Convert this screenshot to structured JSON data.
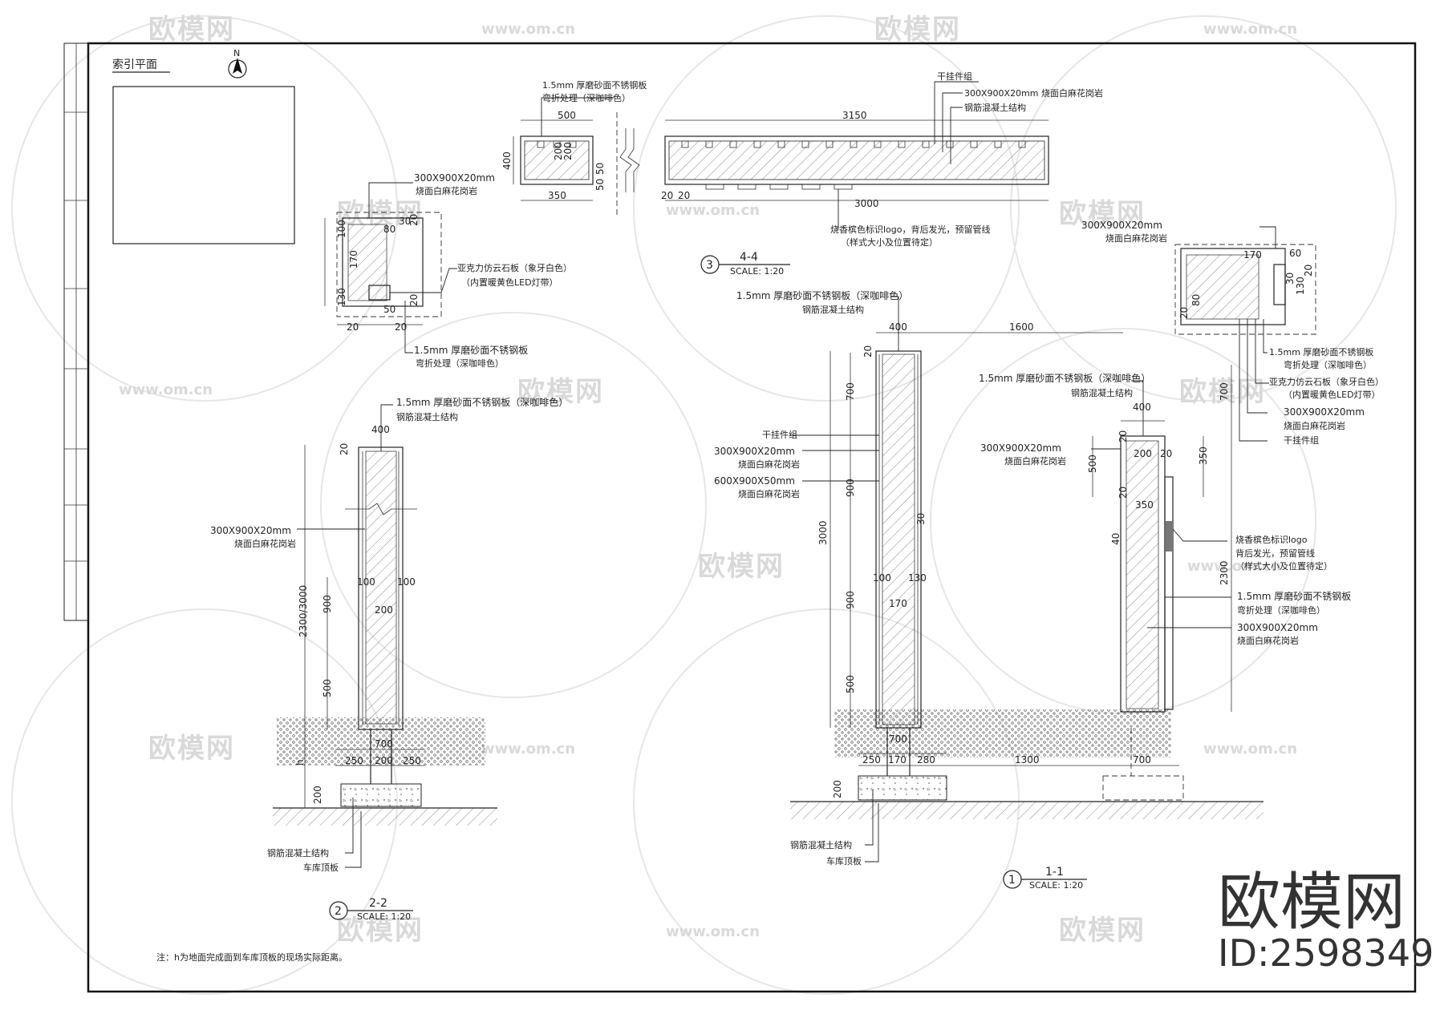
{
  "watermark": {
    "logo_text": "欧模网",
    "url_text": "www.om.cn"
  },
  "brand": {
    "name": "欧模网",
    "id_label": "ID:2598349"
  },
  "index_plan": {
    "title": "索引平面",
    "north_label": "N"
  },
  "section_4_4": {
    "number": "3",
    "title": "4-4",
    "scale": "SCALE:  1:20",
    "dims": [
      "500",
      "400",
      "350",
      "50",
      "50",
      "20",
      "20",
      "3150",
      "3000",
      "200",
      "200"
    ],
    "notes": [
      "1.5mm 厚磨砂面不锈钢板",
      "弯折处理（深咖啡色）",
      "干挂件组",
      "300X900X20mm 烧面白麻花岗岩",
      "钢筋混凝土结构",
      "烧香槟色标识logo，背后发光，预留管线",
      "（样式大小及位置待定）"
    ]
  },
  "detail_left": {
    "dims": [
      "100",
      "170",
      "80",
      "30",
      "20",
      "20",
      "20",
      "50",
      "130",
      "20"
    ],
    "notes": [
      "300X900X20mm",
      "烧面白麻花岗岩",
      "亚克力仿云石板（象牙白色）",
      "（内置暖黄色LED灯带）",
      "1.5mm 厚磨砂面不锈钢板",
      "弯折处理（深咖啡色）"
    ]
  },
  "detail_right": {
    "dims": [
      "170",
      "60",
      "80",
      "20",
      "130",
      "30",
      "20"
    ],
    "notes": [
      "300X900X20mm",
      "烧面白麻花岗岩",
      "1.5mm 厚磨砂面不锈钢板",
      "弯折处理（深咖啡色）",
      "亚克力仿云石板（象牙白色）",
      "（内置暖黄色LED灯带）",
      "300X900X20mm",
      "烧面白麻花岗岩",
      "干挂件组"
    ]
  },
  "section_2_2": {
    "number": "2",
    "title": "2-2",
    "scale": "SCALE:  1:20",
    "dims": [
      "400",
      "20",
      "2300/3000",
      "900",
      "500",
      "100",
      "100",
      "200",
      "700",
      "250",
      "200",
      "250",
      "h",
      "200"
    ],
    "notes": [
      "1.5mm 厚磨砂面不锈钢板（深咖啡色）",
      "钢筋混凝土结构",
      "300X900X20mm",
      "烧面白麻花岗岩",
      "钢筋混凝土结构",
      "车库顶板"
    ]
  },
  "section_1_1": {
    "number": "1",
    "title": "1-1",
    "scale": "SCALE:  1:20",
    "dims": [
      "400",
      "1600",
      "20",
      "700",
      "900",
      "3000",
      "900",
      "500",
      "100",
      "130",
      "170",
      "30",
      "700",
      "250",
      "170",
      "280",
      "1300",
      "700",
      "200"
    ],
    "notes": [
      "1.5mm 厚磨砂面不锈钢板（深咖啡色）",
      "钢筋混凝土结构",
      "干挂件组",
      "300X900X20mm",
      "烧面白麻花岗岩",
      "600X900X50mm",
      "烧面白麻花岗岩",
      "钢筋混凝土结构",
      "车库顶板"
    ]
  },
  "elevation_right": {
    "dims": [
      "400",
      "20",
      "200",
      "20",
      "350",
      "500",
      "20",
      "350",
      "700",
      "2300",
      "40"
    ],
    "notes": [
      "1.5mm 厚磨砂面不锈钢板（深咖啡色）",
      "钢筋混凝土结构",
      "300X900X20mm",
      "烧面白麻花岗岩",
      "烧香槟色标识logo",
      "背后发光，预留管线",
      "（样式大小及位置待定）",
      "1.5mm 厚磨砂面不锈钢板",
      "弯折处理（深咖啡色）",
      "300X900X20mm",
      "烧面白麻花岗岩"
    ]
  },
  "footnote": "注：h为地面完成面到车库顶板的现场实际距离。"
}
